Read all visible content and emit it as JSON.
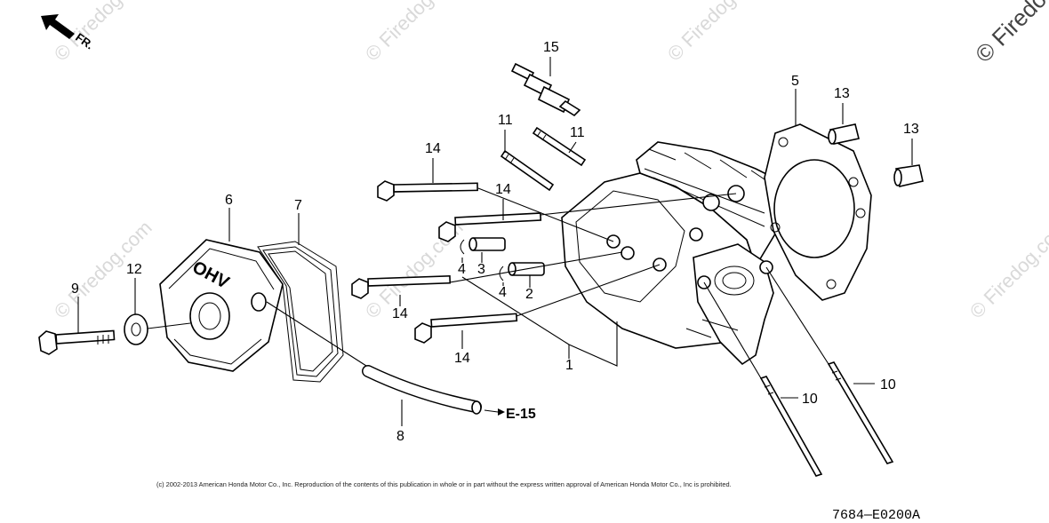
{
  "watermark": "© Firedog.com",
  "watermark_corner": "© Firedo",
  "direction": {
    "label": "FR."
  },
  "ohv_label": "OHV",
  "callouts": {
    "c1": "1",
    "c2": "2",
    "c3": "3",
    "c4a": "4",
    "c4b": "4",
    "c5": "5",
    "c6": "6",
    "c7": "7",
    "c8": "8",
    "c9": "9",
    "c10a": "10",
    "c10b": "10",
    "c11a": "11",
    "c11b": "11",
    "c12": "12",
    "c13a": "13",
    "c13b": "13",
    "c14a": "14",
    "c14b": "14",
    "c14c": "14",
    "c14d": "14",
    "c15": "15"
  },
  "reference": "E-15",
  "copyright": "(c) 2002-2013 American Honda Motor Co., Inc. Reproduction of the contents of this publication in whole or in part without the express written approval of American Honda Motor Co., Inc is prohibited.",
  "diagram_code": "7684—E0200A"
}
